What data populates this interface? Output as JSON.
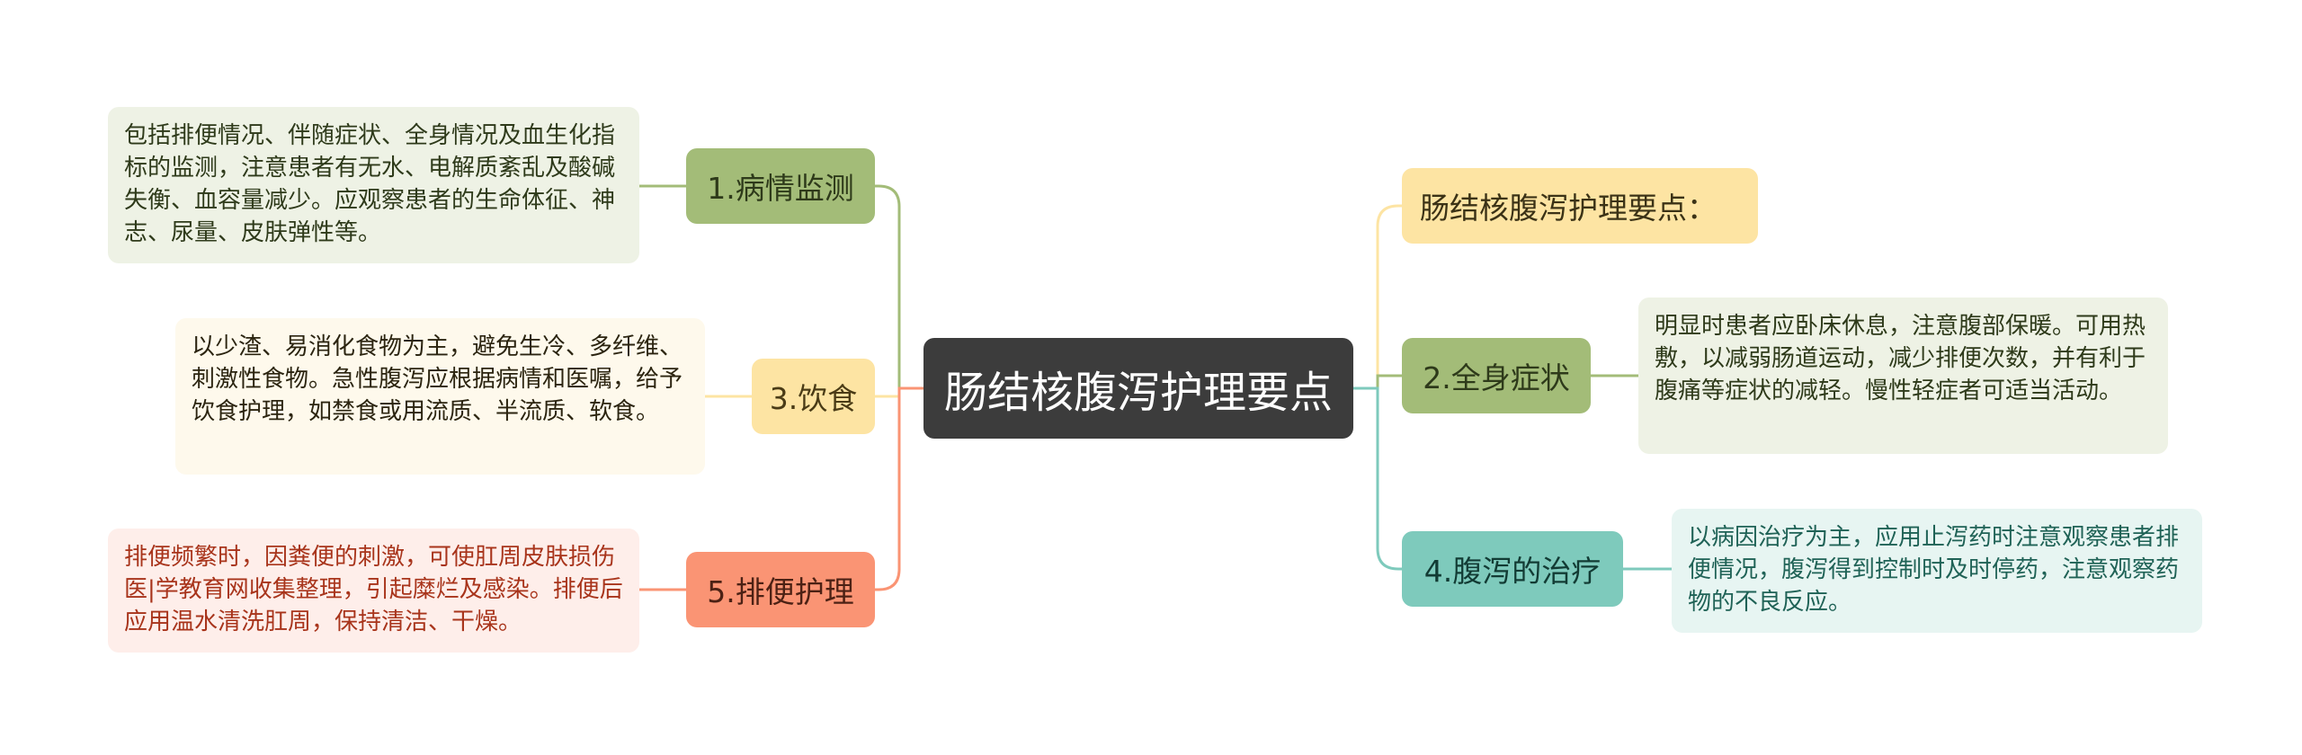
{
  "root": {
    "label": "肠结核腹泻护理要点"
  },
  "branches": [
    {
      "label": "1.病情监测",
      "color": "#a3bc78",
      "detail": "包括排便情况、伴随症状、全身情况及血生化指标的监测，注意患者有无水、电解质紊乱及酸碱失衡、血容量减少。应观察患者的生命体征、神志、尿量、皮肤弹性等。"
    },
    {
      "label": "3.饮食",
      "color": "#fde4a3",
      "detail": "以少渣、易消化食物为主，避免生冷、多纤维、刺激性食物。急性腹泻应根据病情和医嘱，给予饮食护理，如禁食或用流质、半流质、软食。"
    },
    {
      "label": "5.排便护理",
      "color": "#fa9474",
      "detail": "排便频繁时，因粪便的刺激，可使肛周皮肤损伤医|学教育网收集整理，引起糜烂及感染。排便后应用温水清洗肛周，保持清洁、干燥。"
    },
    {
      "label": "肠结核腹泻护理要点：",
      "color": "#fde4a3"
    },
    {
      "label": "2.全身症状",
      "color": "#a3bc78",
      "detail": "明显时患者应卧床休息，注意腹部保暖。可用热敷，以减弱肠道运动，减少排便次数，并有利于腹痛等症状的减轻。慢性轻症者可适当活动。"
    },
    {
      "label": "4.腹泻的治疗",
      "color": "#7ecabc",
      "detail": "以病因治疗为主，应用止泻药时注意观察患者排便情况，腹泻得到控制时及时停药，注意观察药物的不良反应。"
    }
  ]
}
